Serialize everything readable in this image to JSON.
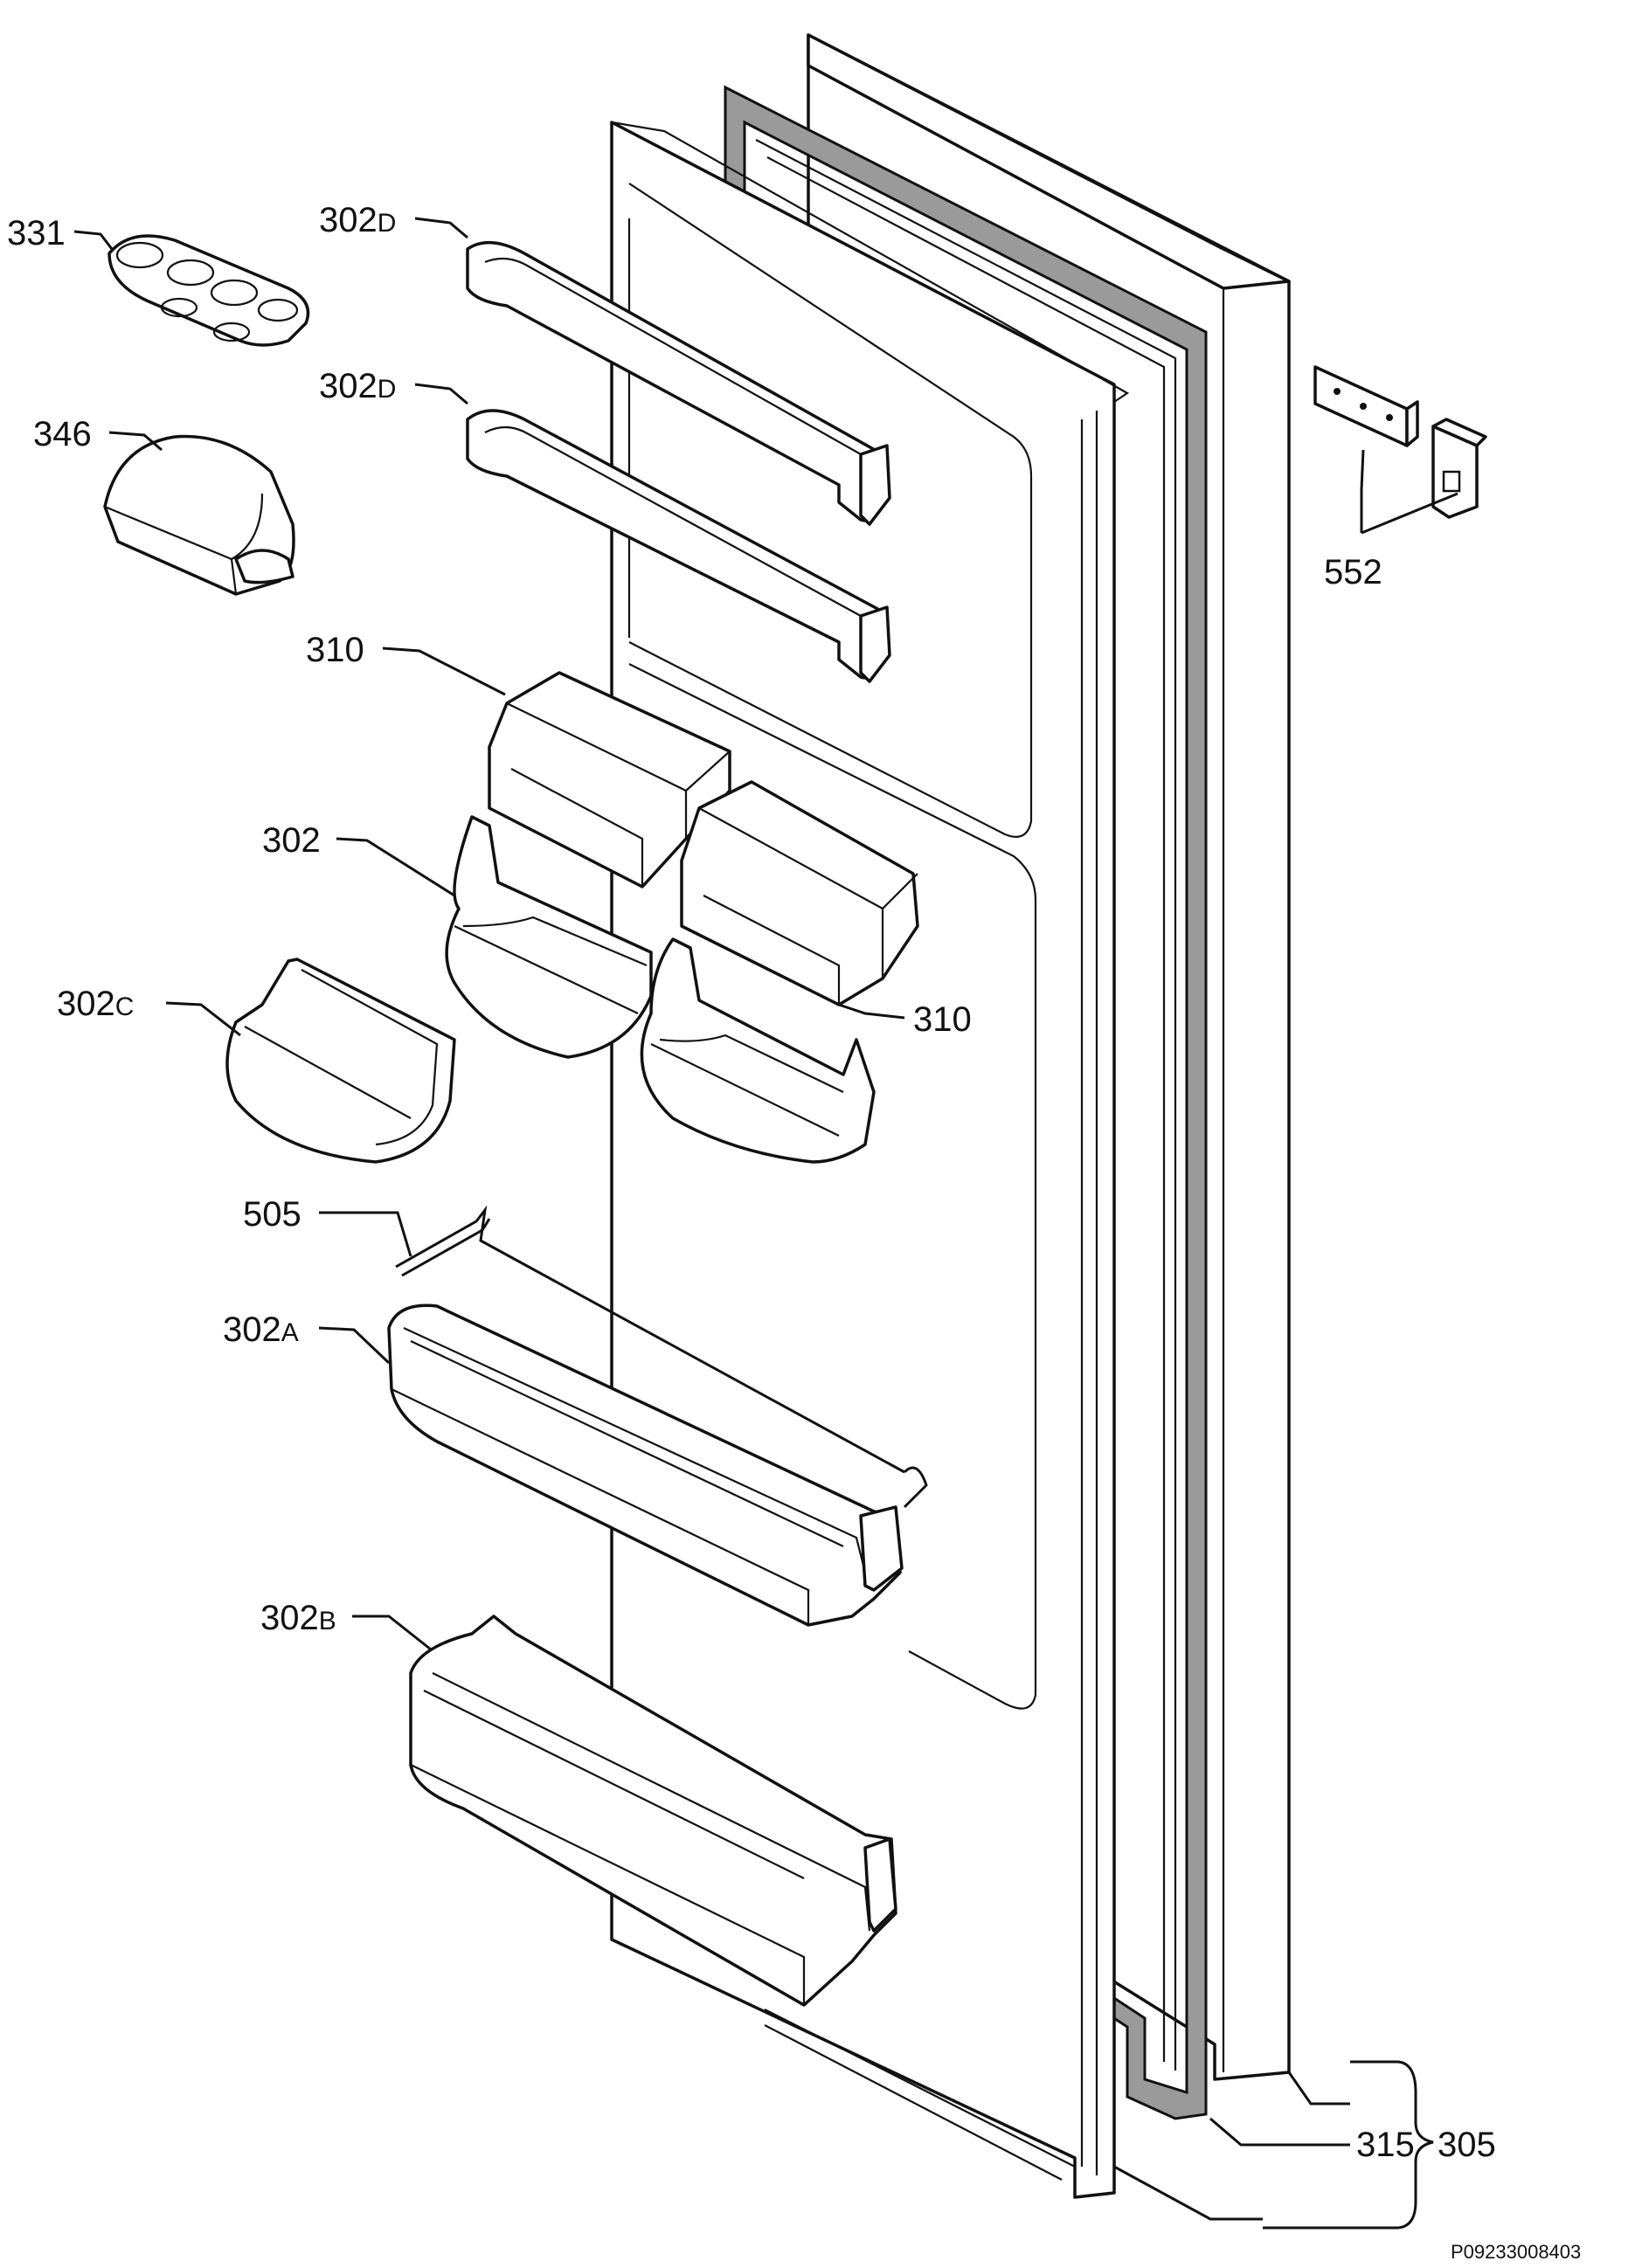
{
  "labels": {
    "l331": {
      "num": "331",
      "suffix": ""
    },
    "l302d_top": {
      "num": "302",
      "suffix": "D"
    },
    "l302d_mid": {
      "num": "302",
      "suffix": "D"
    },
    "l346": {
      "num": "346",
      "suffix": ""
    },
    "l552": {
      "num": "552",
      "suffix": ""
    },
    "l310_top": {
      "num": "310",
      "suffix": ""
    },
    "l302": {
      "num": "302",
      "suffix": ""
    },
    "l310_right": {
      "num": "310",
      "suffix": ""
    },
    "l302c": {
      "num": "302",
      "suffix": "C"
    },
    "l505": {
      "num": "505",
      "suffix": ""
    },
    "l302a": {
      "num": "302",
      "suffix": "A"
    },
    "l302b": {
      "num": "302",
      "suffix": "B"
    },
    "l315": {
      "num": "315",
      "suffix": ""
    },
    "l305": {
      "num": "305",
      "suffix": ""
    }
  },
  "drawing_code": "P09233008403"
}
